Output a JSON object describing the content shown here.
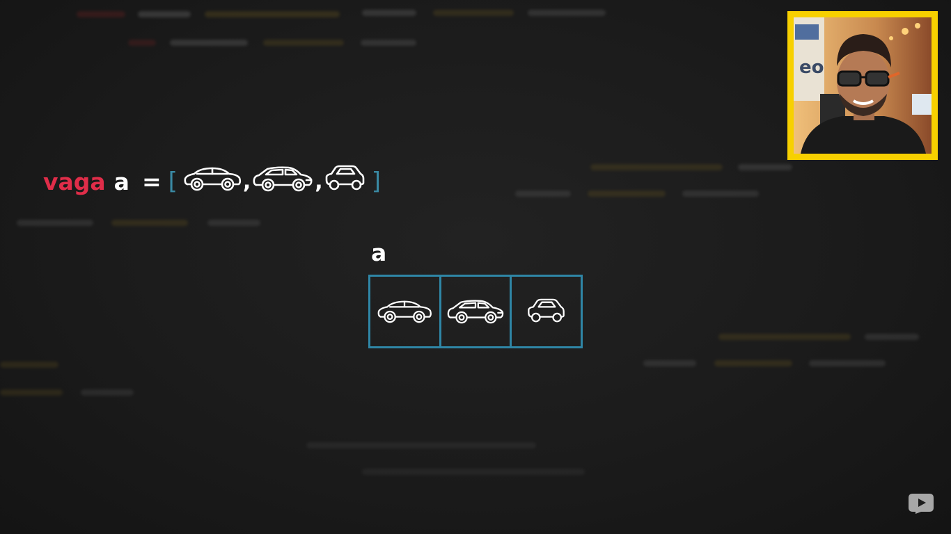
{
  "code": {
    "keyword": "vaga",
    "variable": "a",
    "equals": "=",
    "open_bracket": "[",
    "close_bracket": "]",
    "separator": ",",
    "items": [
      "sedan-car-icon",
      "hatchback-car-icon",
      "compact-car-icon"
    ]
  },
  "array_diagram": {
    "label": "a",
    "cells": [
      "sedan-car-icon",
      "hatchback-car-icon",
      "compact-car-icon"
    ]
  },
  "colors": {
    "keyword": "#e02d49",
    "bracket": "#3a8aa4",
    "cell_border": "#2f86a6",
    "webcam_frame": "#f7d000",
    "background": "#1d1d1d"
  },
  "overlay": {
    "webcam": "presenter-webcam",
    "watermark": "youtube-icon"
  }
}
